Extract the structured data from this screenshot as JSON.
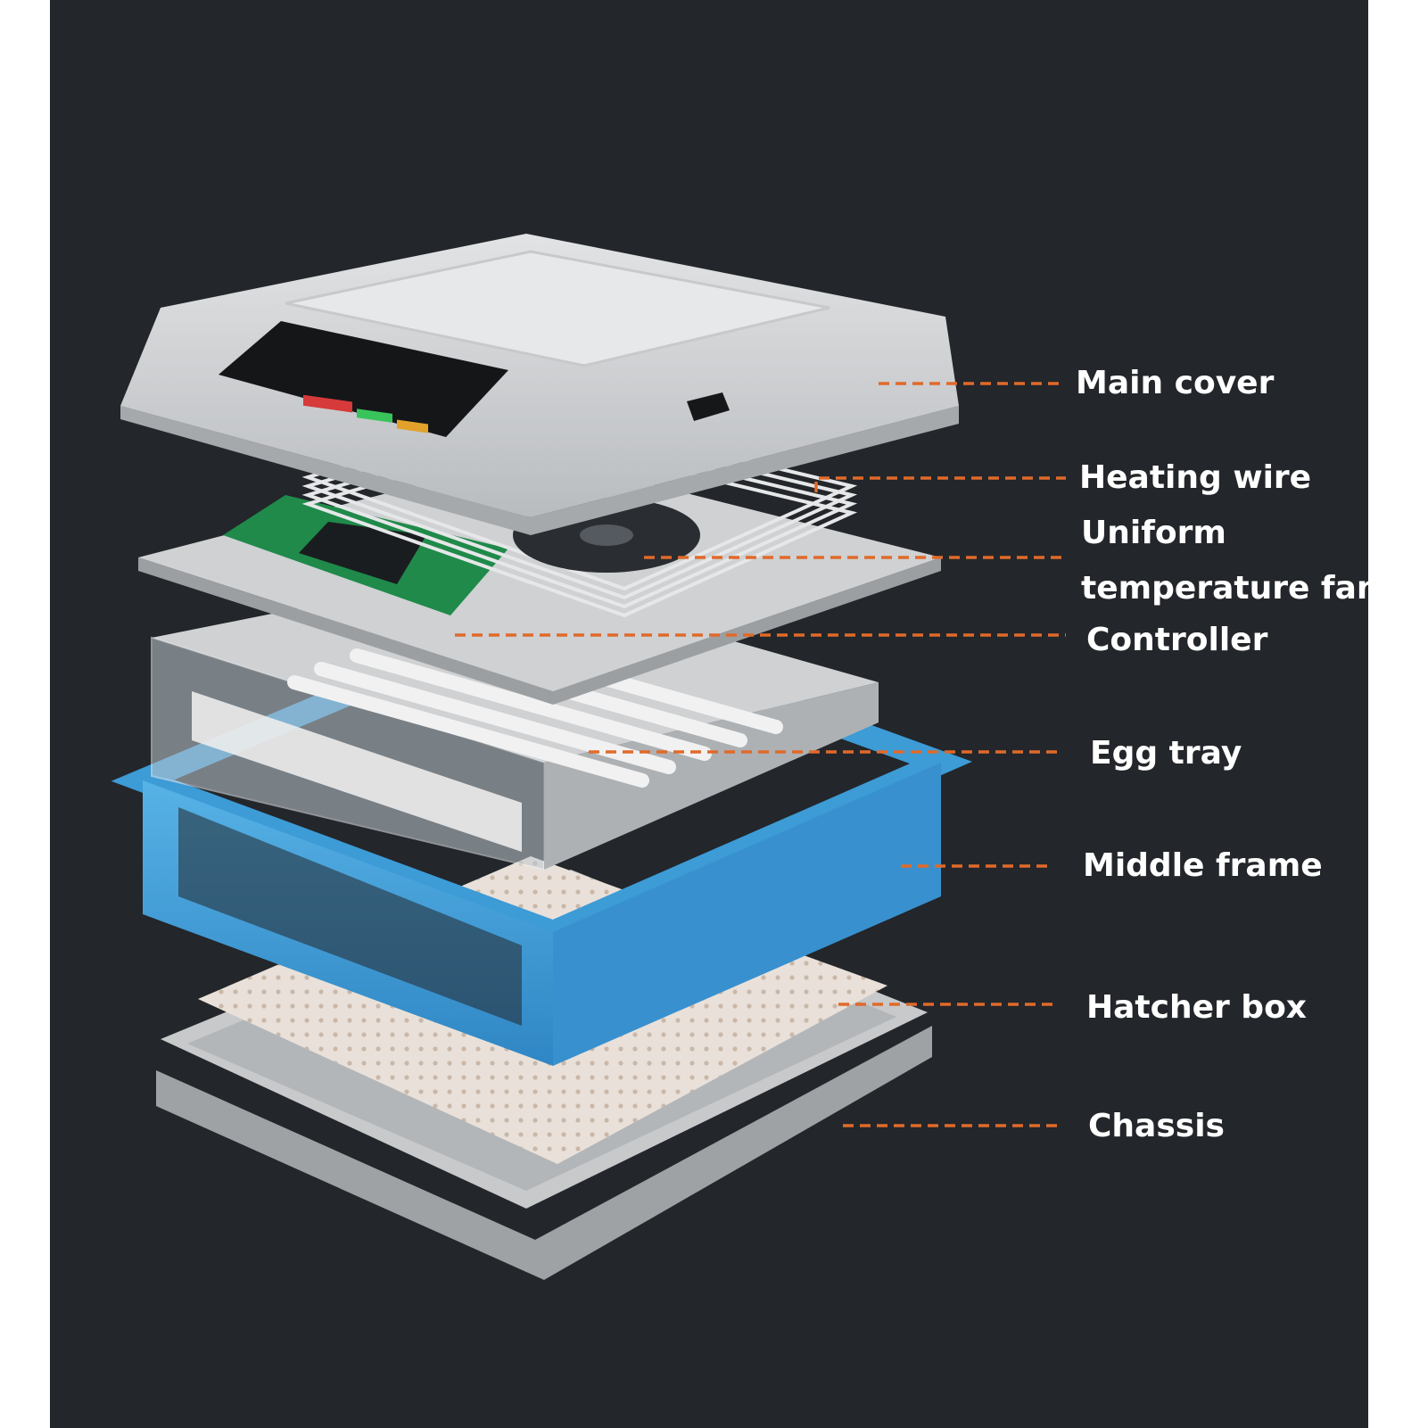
{
  "colors": {
    "background": "#23262a",
    "accent": "#e06a2a",
    "text": "#ffffff",
    "frame": "#3d9bd6",
    "cover": "#d2d4d6",
    "pcb": "#1f8a4a"
  },
  "labels": {
    "main_cover": "Main cover",
    "heating_wire": "Heating wire",
    "fan_line1": "Uniform",
    "fan_line2": "temperature fan",
    "controller": "Controller",
    "egg_tray": "Egg tray",
    "middle_frame": "Middle frame",
    "hatcher_box": "Hatcher box",
    "chassis": "Chassis"
  },
  "icons": [
    "power-socket-icon"
  ]
}
